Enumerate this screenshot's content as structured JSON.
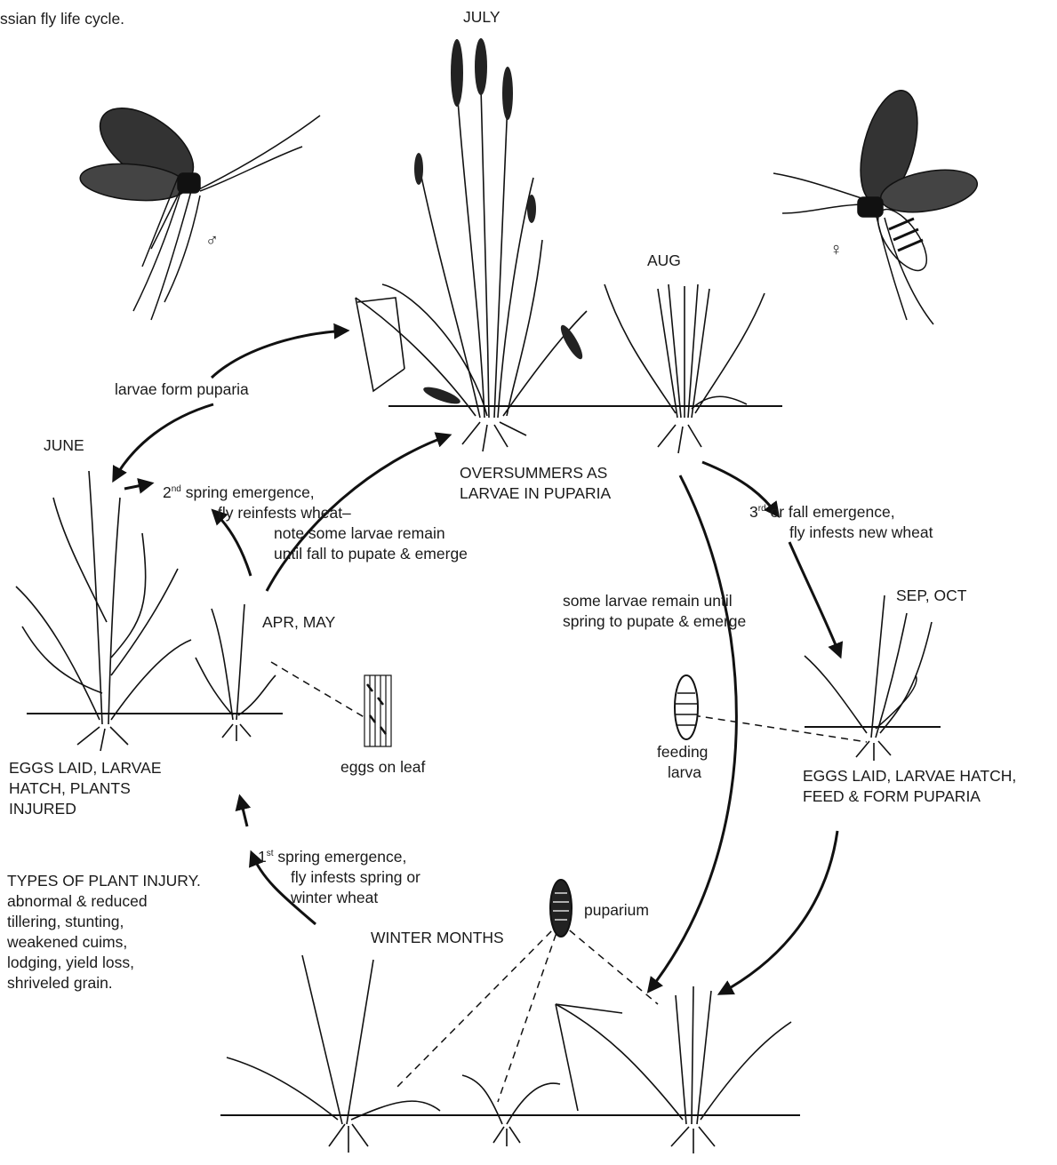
{
  "caption": "ssian fly life cycle.",
  "months": {
    "july": "JULY",
    "aug": "AUG",
    "june": "JUNE",
    "apr_may": "APR, MAY",
    "sep_oct": "SEP, OCT",
    "winter": "WINTER MONTHS"
  },
  "symbols": {
    "male": "♂",
    "female": "♀"
  },
  "stages": {
    "larvae_form_puparia": "larvae form puparia",
    "oversummers_1": "OVERSUMMERS AS",
    "oversummers_2": "LARVAE IN PUPARIA",
    "second_num": "2",
    "second_sup": "nd",
    "second_rest": " spring emergence,",
    "second_2": "fly reinfests wheat–",
    "second_3": "note some larvae remain",
    "second_4": "until fall to pupate & emerge",
    "third_num": "3",
    "third_sup": "rd",
    "third_rest": " or fall emergence,",
    "third_2": "fly infests new wheat",
    "remain_1": "some larvae remain until",
    "remain_2": "spring to pupate & emerge",
    "eggs_june_1": "EGGS LAID, LARVAE",
    "eggs_june_2": "HATCH, PLANTS",
    "eggs_june_3": "INJURED",
    "eggs_on_leaf": "eggs on leaf",
    "feeding_1": "feeding",
    "feeding_2": "larva",
    "eggs_fall_1": "EGGS LAID, LARVAE HATCH,",
    "eggs_fall_2": "FEED & FORM PUPARIA",
    "first_num": "1",
    "first_sup": "st",
    "first_rest": " spring emergence,",
    "first_2": "fly infests spring or",
    "first_3": "winter wheat",
    "puparium": "puparium"
  },
  "injury": {
    "title": "TYPES OF PLANT INJURY.",
    "lines": [
      "abnormal & reduced",
      "tillering, stunting,",
      "weakened cuims,",
      "lodging, yield loss,",
      "shriveled grain."
    ]
  }
}
